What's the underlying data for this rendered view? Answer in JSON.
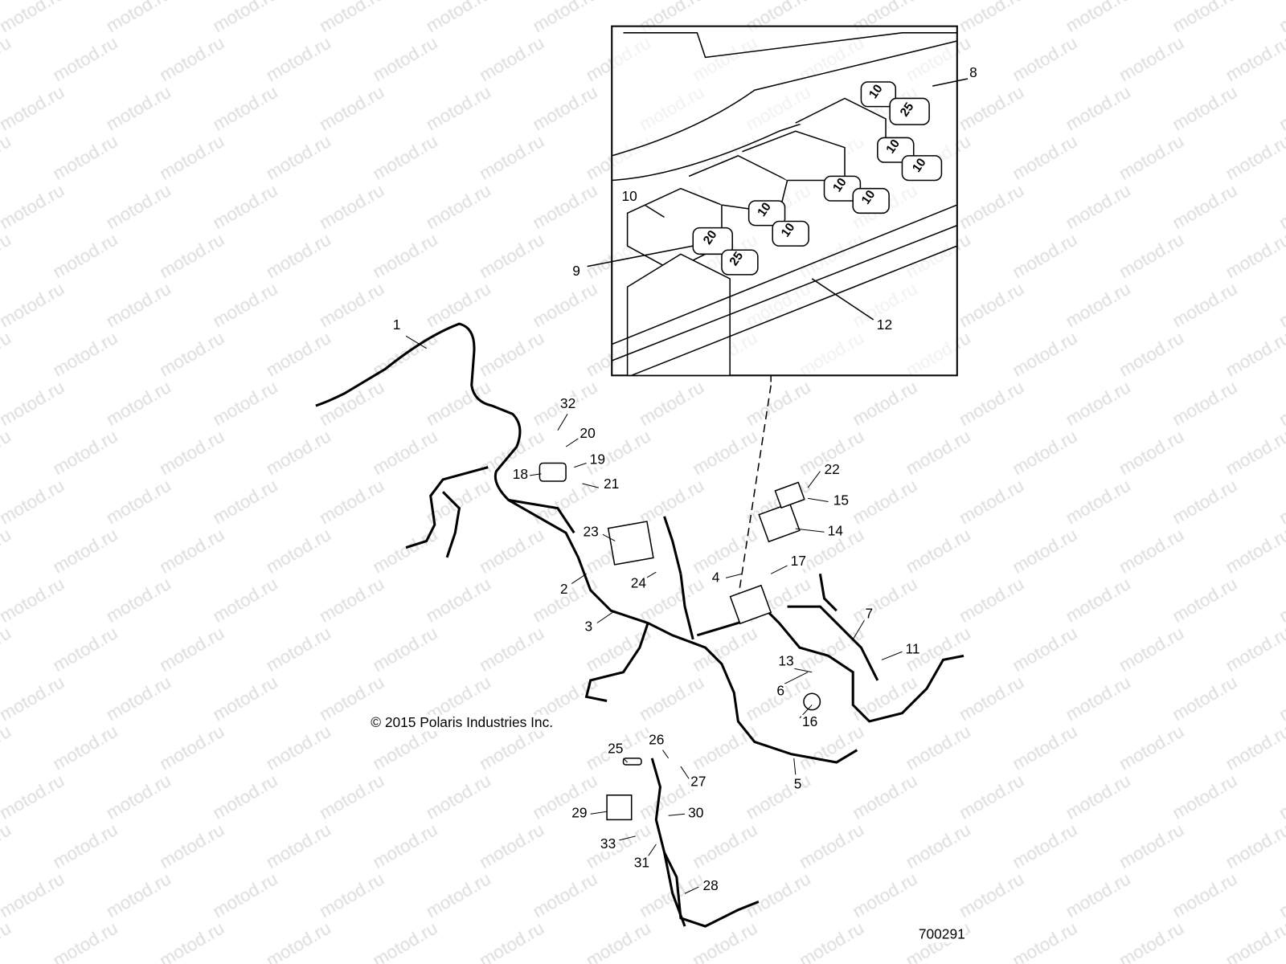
{
  "watermark": "motod.ru",
  "copyright": "© 2015 Polaris Industries Inc.",
  "figure_number": "700291",
  "callouts": [
    "1",
    "2",
    "3",
    "4",
    "5",
    "6",
    "7",
    "8",
    "9",
    "10",
    "11",
    "12",
    "13",
    "14",
    "15",
    "16",
    "17",
    "18",
    "19",
    "20",
    "21",
    "22",
    "23",
    "24",
    "25",
    "26",
    "27",
    "28",
    "29",
    "30",
    "31",
    "32",
    "33"
  ],
  "inset": {
    "fuse_ratings": [
      "10",
      "25",
      "10",
      "10",
      "10",
      "10",
      "10",
      "20",
      "25",
      "10"
    ]
  }
}
